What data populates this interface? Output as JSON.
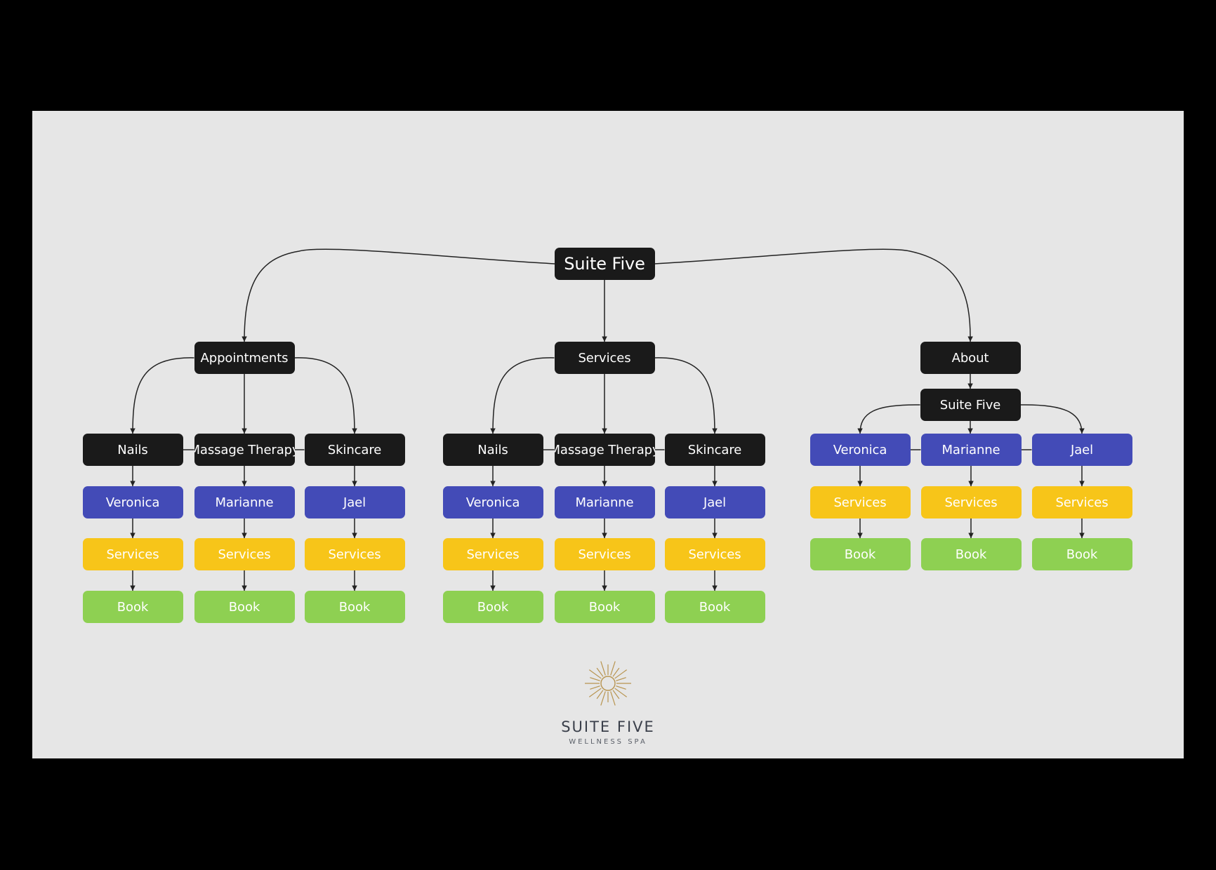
{
  "colors": {
    "black": "#1a1a1a",
    "person": "#434bb7",
    "services": "#f7c519",
    "book": "#8ed052",
    "line": "#222222",
    "logo": "#b8944f"
  },
  "root": {
    "label": "Suite Five"
  },
  "sections": [
    {
      "label": "Appointments",
      "columns": [
        {
          "category": "Nails",
          "person": "Veronica",
          "services": "Services",
          "book": "Book"
        },
        {
          "category": "Massage Therapy",
          "person": "Marianne",
          "services": "Services",
          "book": "Book"
        },
        {
          "category": "Skincare",
          "person": "Jael",
          "services": "Services",
          "book": "Book"
        }
      ]
    },
    {
      "label": "Services",
      "columns": [
        {
          "category": "Nails",
          "person": "Veronica",
          "services": "Services",
          "book": "Book"
        },
        {
          "category": "Massage Therapy",
          "person": "Marianne",
          "services": "Services",
          "book": "Book"
        },
        {
          "category": "Skincare",
          "person": "Jael",
          "services": "Services",
          "book": "Book"
        }
      ]
    },
    {
      "label": "About",
      "sub": "Suite Five",
      "columns": [
        {
          "person": "Veronica",
          "services": "Services",
          "book": "Book"
        },
        {
          "person": "Marianne",
          "services": "Services",
          "book": "Book"
        },
        {
          "person": "Jael",
          "services": "Services",
          "book": "Book"
        }
      ]
    }
  ],
  "logo": {
    "icon": "sun-icon",
    "name": "SUITE FIVE",
    "tagline": "WELLNESS SPA"
  }
}
